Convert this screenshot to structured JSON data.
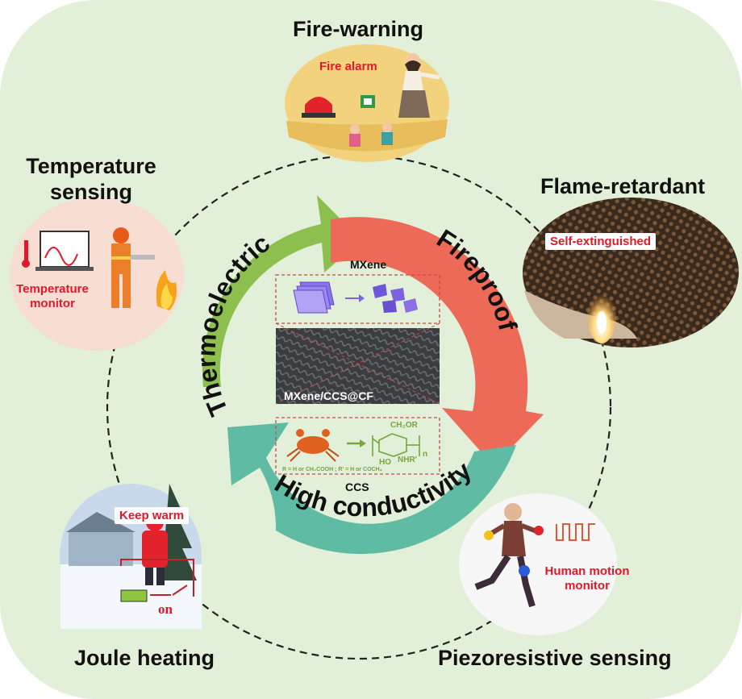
{
  "labels": {
    "fire_warning": "Fire-warning",
    "temperature_sensing_line1": "Temperature",
    "temperature_sensing_line2": "sensing",
    "flame_retardant": "Flame-retardant",
    "joule_heating": "Joule heating",
    "piezoresistive_sensing": "Piezoresistive sensing"
  },
  "arc_labels": {
    "thermoelectric": "Thermoelectric",
    "fireproof": "Fireproof",
    "high_conductivity": "High conductivity"
  },
  "center": {
    "mxene": "MXene",
    "composite": "MXene/CCS@CF",
    "ccs": "CCS",
    "formula_top": "CH₂OR",
    "formula_ho": "HO",
    "formula_nhr": "NHR'",
    "formula_n": "n",
    "formula_note": "R = H or CH₂COOH ; R' = H or COCH₃"
  },
  "tags": {
    "fire_alarm": "Fire alarm",
    "self_extinguished": "Self-extinguished",
    "temperature_monitor_line1": "Temperature",
    "temperature_monitor_line2": "monitor",
    "keep_warm": "Keep warm",
    "switch_on": "on",
    "human_motion_line1": "Human motion",
    "human_motion_line2": "monitor"
  },
  "colors": {
    "background_panel": "#e2efd9",
    "thermoelectric_arc": "#8dbf4f",
    "fireproof_arc": "#ee6a58",
    "conductivity_arc": "#5fbba4",
    "tag_red": "#e0192a",
    "formula_green": "#77a63a"
  }
}
